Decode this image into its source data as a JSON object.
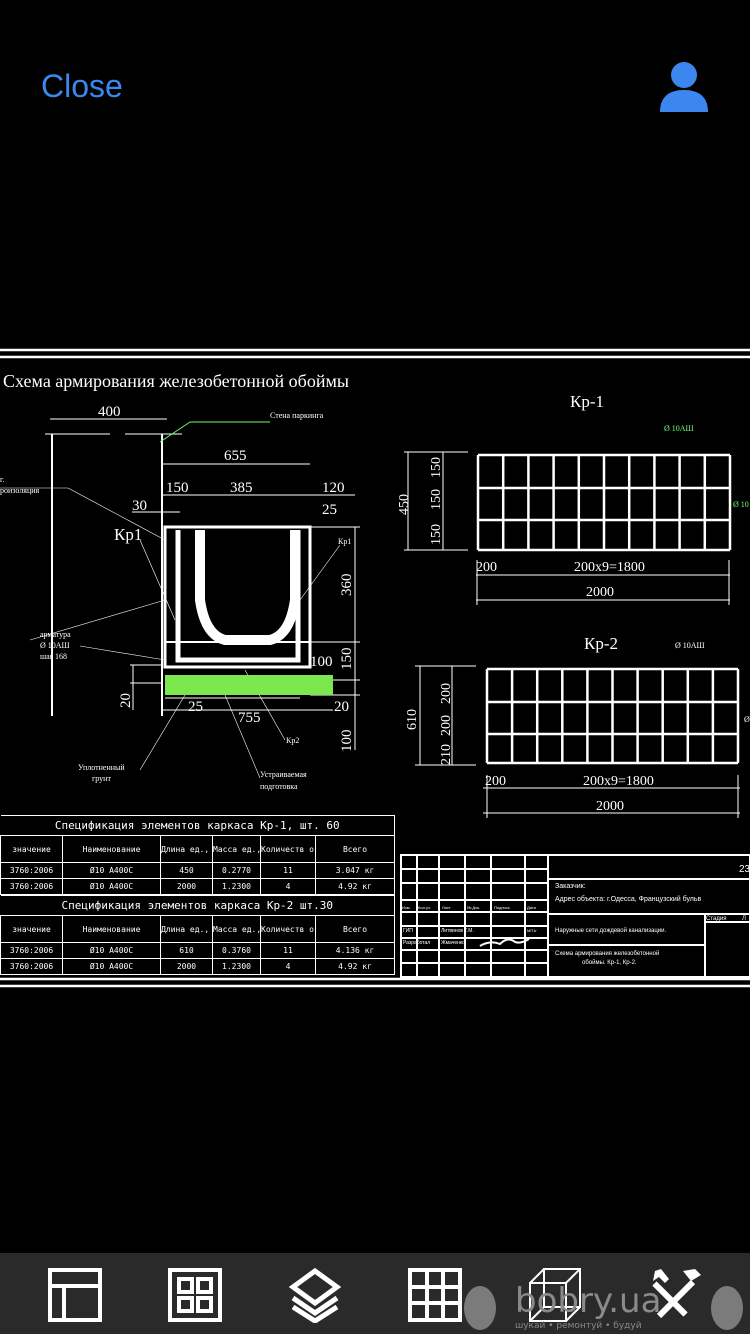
{
  "header": {
    "close_label": "Close",
    "user_icon": "person-icon"
  },
  "drawing": {
    "title": "Схема армирования железобетонной обоймы",
    "section_dims": [
      "400",
      "655",
      "150",
      "385",
      "120",
      "30",
      "25",
      "360",
      "150",
      "100",
      "20",
      "20",
      "25",
      "755",
      "100"
    ],
    "section_labels": {
      "wall": "Стена паркинга",
      "kp1_left": "Кр1",
      "kp1_right": "Кр1",
      "kp2": "Кр2",
      "waterproof_1": "г.",
      "waterproof_2": "роизоляция",
      "rebar_1": "арматура",
      "rebar_2": "Ø 10АШ",
      "rebar_3": "шаг 168",
      "soil_1": "Уплотненный",
      "soil_2": "грунт",
      "prep_1": "Устраиваемая",
      "prep_2": "подготовка"
    },
    "kp1": {
      "title": "Кр-1",
      "rebar_top": "Ø 10АШ",
      "rebar_side": "Ø 10",
      "dim_height": "450",
      "dim_rows": [
        "150",
        "150",
        "150"
      ],
      "dim_first": "200",
      "dim_span": "200x9=1800",
      "dim_total": "2000"
    },
    "kp2": {
      "title": "Кр-2",
      "rebar_top": "Ø 10АШ",
      "rebar_side": "Ø",
      "dim_height": "610",
      "dim_rows": [
        "200",
        "200",
        "210"
      ],
      "dim_first": "200",
      "dim_span": "200x9=1800",
      "dim_total": "2000"
    }
  },
  "spec_tables": [
    {
      "title": "Спецификация элементов каркаса Кр-1, шт. 60",
      "headers": [
        "значение",
        "Наименование",
        "Длина ед., мм",
        "Масса ед., кг",
        "Количеств о, штук",
        "Всего"
      ],
      "rows": [
        [
          "3760:2006",
          "Ø10 А400С",
          "450",
          "0.2770",
          "11",
          "3.047 кг"
        ],
        [
          "3760:2006",
          "Ø10 А400С",
          "2000",
          "1.2300",
          "4",
          "4.92 кг"
        ]
      ]
    },
    {
      "title": "Спецификация элементов каркаса Кр-2 шт.30",
      "headers": [
        "значение",
        "Наименование",
        "Длина ед., мм",
        "Масса ед., кг",
        "Количеств о, штук",
        "Всего"
      ],
      "rows": [
        [
          "3760:2006",
          "Ø10 А400С",
          "610",
          "0.3760",
          "11",
          "4.136 кг"
        ],
        [
          "3760:2006",
          "Ø10 А400С",
          "2000",
          "1.2300",
          "4",
          "4.92 кг"
        ]
      ]
    }
  ],
  "title_block": {
    "number": "23",
    "customer": "Заказчик:",
    "address": "Адрес объекта: г.Одесса, Французский бульв",
    "col_headers": [
      "Изм.",
      "Кол.уч.",
      "Лист",
      "№ Док.",
      "Подпись",
      "Дата"
    ],
    "roles": [
      "ГИП",
      "Разработал"
    ],
    "names": [
      "Литвинов Т.М.",
      "Жмаченко"
    ],
    "date": "МП1г",
    "project": "Наружные сети дождевой канализации.",
    "sheet_title_1": "Схема армирования железобетонной",
    "sheet_title_2": "обоймы. Кр-1, Кр-2.",
    "stage": "Стадия",
    "sheet": "Л"
  },
  "toolbar": [
    "layout-icon",
    "views-icon",
    "layers-icon",
    "grid-icon",
    "3d-cube-icon",
    "tools-icon"
  ],
  "watermark": {
    "brand": "bobry.ua",
    "tagline": "шукай • ремонтуй • будуй"
  }
}
